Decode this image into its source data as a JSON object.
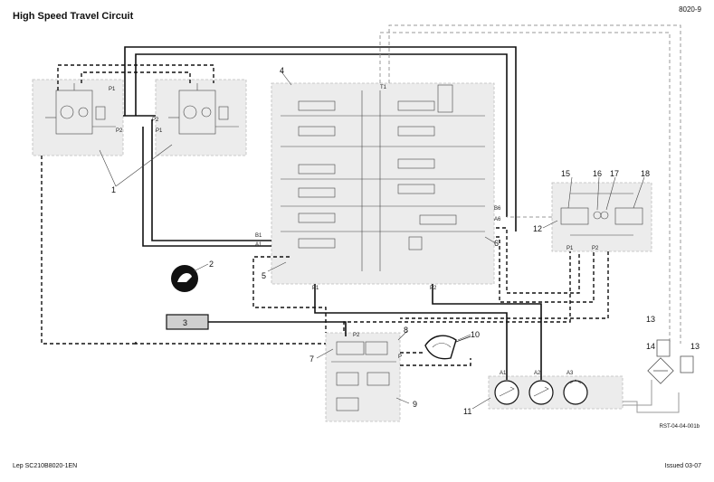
{
  "header": {
    "title": "High Speed Travel Circuit",
    "page": "8020-9"
  },
  "footer": {
    "left": "Lep SC210B8020-1EN",
    "right": "Issued 03-07"
  },
  "reference": "RST-04-04-001b",
  "callouts": [
    "1",
    "2",
    "3",
    "4",
    "5",
    "6",
    "7",
    "8",
    "9",
    "10",
    "11",
    "12",
    "13",
    "13",
    "14",
    "15",
    "16",
    "17",
    "18"
  ],
  "port_labels": {
    "p1": "P1",
    "p2": "P2",
    "a1": "A1",
    "a6": "A6",
    "b1": "B1",
    "b6": "B6",
    "t1": "T1",
    "pump_a1": "A1",
    "pump_a2": "A2",
    "pump_a3": "A3",
    "motor_l_p1": "P1",
    "motor_l_p2": "P2",
    "motor_r_p1": "P1",
    "motor_r_p2": "P2",
    "sv_p": "P",
    "sv_p2": "P2",
    "jp_p1": "P1",
    "jp_p2": "P2"
  }
}
